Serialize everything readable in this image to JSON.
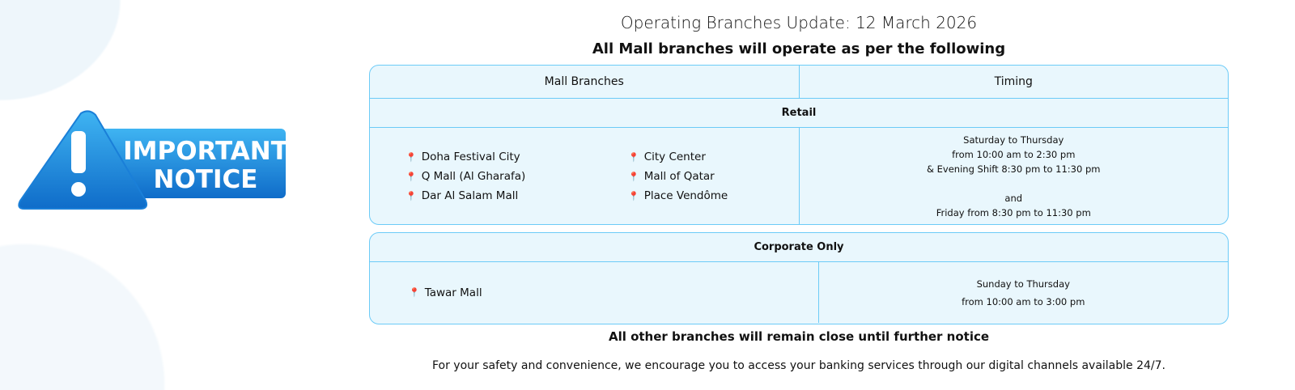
{
  "notice_image": {
    "line1": "IMPORTANT",
    "line2": "NOTICE",
    "color": "#1a7fd8"
  },
  "header": {
    "title": "Operating Branches Update: 12 March 2026",
    "subtitle": "All Mall branches will operate as per the following"
  },
  "table": {
    "col1": "Mall Branches",
    "col2": "Timing",
    "retail": {
      "label": "Retail",
      "branches": [
        "Doha Festival City",
        "City Center",
        "Q Mall (Al Gharafa)",
        "Mall of Qatar",
        "Dar Al Salam Mall",
        "Place Vendôme"
      ],
      "timing": [
        "Saturday to Thursday",
        "from 10:00 am to 2:30 pm",
        "& Evening Shift 8:30 pm to 11:30 pm",
        "",
        "and",
        "Friday from 8:30 pm to 11:30 pm"
      ]
    },
    "corporate": {
      "label": "Corporate Only",
      "branches": [
        "Tawar Mall"
      ],
      "timing": [
        "Sunday to Thursday",
        "from 10:00 am to 3:00 pm"
      ]
    }
  },
  "footer": {
    "note": "All other branches will remain close until further notice",
    "message": "For your safety and convenience, we encourage you to access your banking services through our digital channels available 24/7."
  }
}
